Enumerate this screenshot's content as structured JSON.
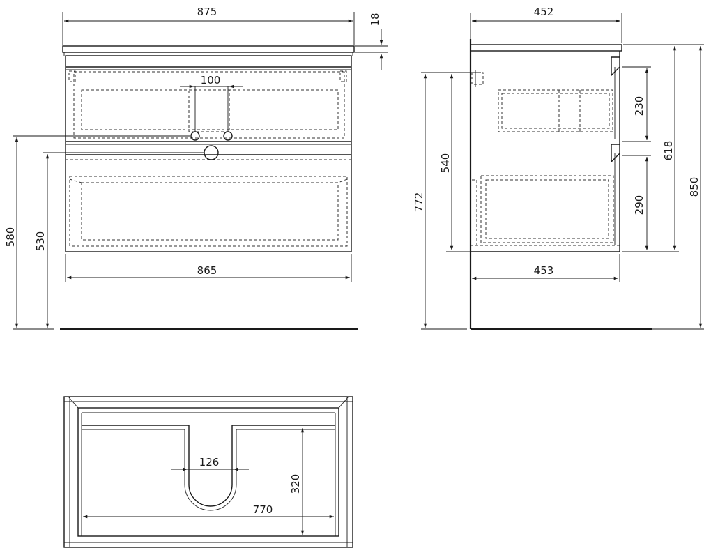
{
  "front_view": {
    "overall_width": "875",
    "top_thickness": "18",
    "siphon_spacing": "100",
    "body_width": "865",
    "height_580": "580",
    "height_530": "530"
  },
  "side_view": {
    "top_depth": "452",
    "upper_drawer": "230",
    "lower_drawer": "290",
    "height_540": "540",
    "height_772": "772",
    "height_618": "618",
    "height_850": "850",
    "body_depth": "453"
  },
  "top_view": {
    "cutout_width": "126",
    "cutout_depth": "320",
    "inner_width": "770"
  }
}
